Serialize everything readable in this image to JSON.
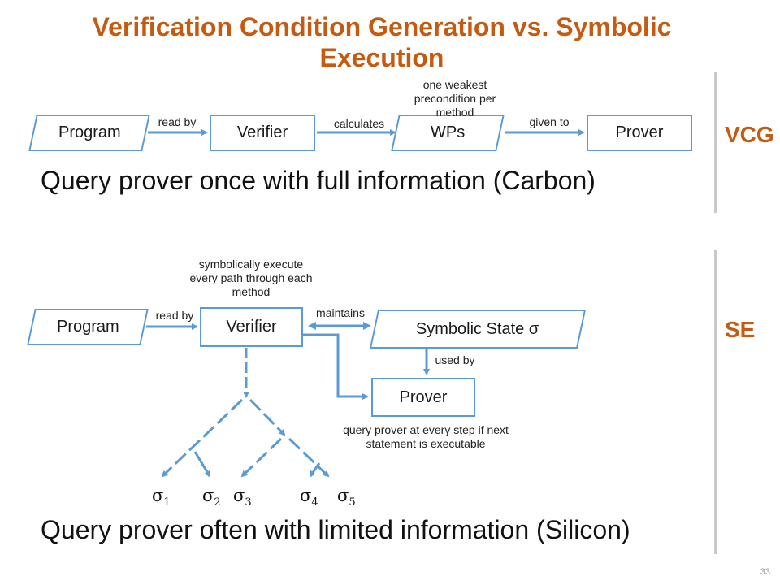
{
  "title": "Verification Condition Generation vs. Symbolic Execution",
  "vcg": {
    "side_label": "VCG",
    "boxes": {
      "program": "Program",
      "verifier": "Verifier",
      "wps": "WPs",
      "prover": "Prover"
    },
    "edge_labels": {
      "read_by": "read by",
      "calculates": "calculates",
      "given_to": "given to"
    },
    "wps_note": "one weakest precondition per method",
    "summary": "Query prover once with full information (Carbon)"
  },
  "se": {
    "side_label": "SE",
    "boxes": {
      "program": "Program",
      "verifier": "Verifier",
      "state": "Symbolic State σ",
      "prover": "Prover"
    },
    "edge_labels": {
      "read_by": "read by",
      "maintains": "maintains",
      "used_by": "used by"
    },
    "verifier_note": "symbolically execute every path through each method",
    "prover_note": "query prover at every step if next statement is executable",
    "states": [
      {
        "base": "σ",
        "sub": "1"
      },
      {
        "base": "σ",
        "sub": "2"
      },
      {
        "base": "σ",
        "sub": "3"
      },
      {
        "base": "σ",
        "sub": "4"
      },
      {
        "base": "σ",
        "sub": "5"
      }
    ],
    "summary": "Query prover often with limited information (Silicon)"
  },
  "page_number": "33",
  "colors": {
    "accent": "#c55a11",
    "box_border": "#5b9bd5",
    "divider": "#c9c9c9"
  }
}
